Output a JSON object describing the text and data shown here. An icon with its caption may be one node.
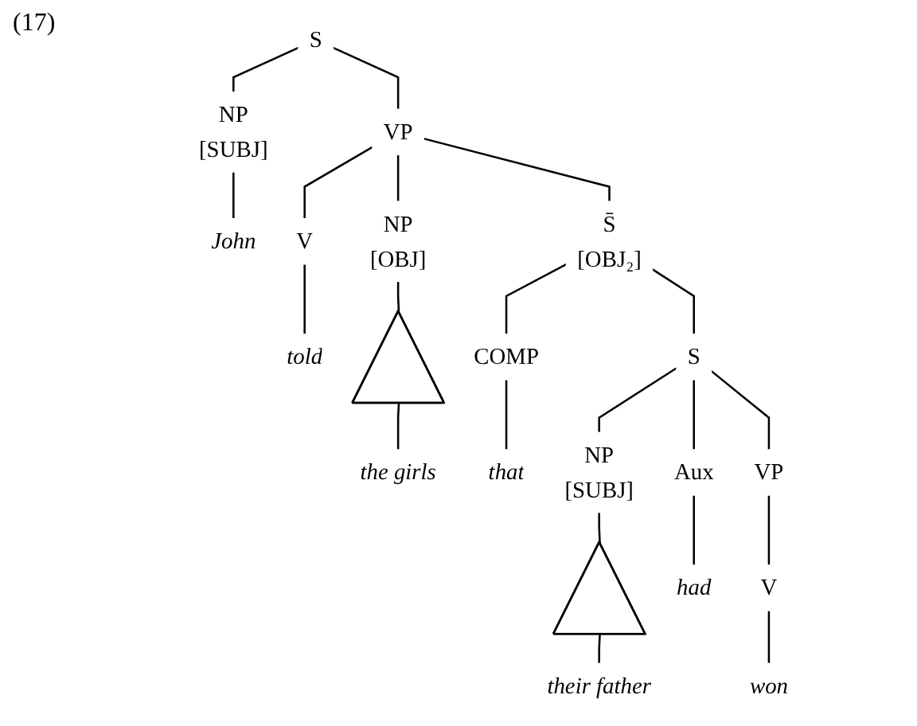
{
  "diagram": {
    "nodes": [
      {
        "text": [
          "S"
        ]
      },
      {
        "text": [
          "NP",
          "[SUBJ]"
        ]
      },
      {
        "text": [
          "VP"
        ]
      },
      {
        "text": [
          "V"
        ]
      },
      {
        "text": [
          "NP",
          "[OBJ]"
        ]
      },
      {
        "text": [
          "S̄",
          "[OBJ₂]"
        ]
      },
      {
        "text": [
          "COMP"
        ]
      },
      {
        "text": [
          "S"
        ]
      },
      {
        "text": [
          "NP",
          "[SUBJ]"
        ]
      },
      {
        "text": [
          "Aux"
        ]
      },
      {
        "text": [
          "VP"
        ]
      },
      {
        "text": [
          "V"
        ]
      },
      {
        "text": [],
        "shape": "triangle"
      },
      {
        "text": [],
        "shape": "triangle"
      },
      {
        "text": [
          "John"
        ]
      },
      {
        "text": [
          "told"
        ]
      },
      {
        "text": [
          "the girls"
        ]
      },
      {
        "text": [
          "that"
        ]
      },
      {
        "text": [
          "their father"
        ]
      },
      {
        "text": [
          "had"
        ]
      },
      {
        "text": [
          "won"
        ]
      }
    ],
    "edges": [
      {
        "from": 0,
        "to": 1,
        "arrow": "none"
      },
      {
        "from": 0,
        "to": 2,
        "arrow": "none"
      },
      {
        "from": 2,
        "to": 3,
        "arrow": "none"
      },
      {
        "from": 2,
        "to": 4,
        "arrow": "none"
      },
      {
        "from": 2,
        "to": 5,
        "arrow": "none"
      },
      {
        "from": 5,
        "to": 6,
        "arrow": "none"
      },
      {
        "from": 5,
        "to": 7,
        "arrow": "none"
      },
      {
        "from": 7,
        "to": 8,
        "arrow": "none"
      },
      {
        "from": 7,
        "to": 9,
        "arrow": "none"
      },
      {
        "from": 7,
        "to": 10,
        "arrow": "none"
      },
      {
        "from": 10,
        "to": 11,
        "arrow": "none"
      },
      {
        "from": 4,
        "to": 12,
        "arrow": "none"
      },
      {
        "from": 8,
        "to": 13,
        "arrow": "none"
      },
      {
        "from": 1,
        "to": 14,
        "arrow": "none"
      },
      {
        "from": 3,
        "to": 15,
        "arrow": "none"
      },
      {
        "from": 12,
        "to": 16,
        "arrow": "none"
      },
      {
        "from": 6,
        "to": 17,
        "arrow": "none"
      },
      {
        "from": 13,
        "to": 18,
        "arrow": "none"
      },
      {
        "from": 9,
        "to": 19,
        "arrow": "none"
      },
      {
        "from": 11,
        "to": 20,
        "arrow": "none"
      }
    ],
    "labels": [
      "(17)"
    ]
  }
}
